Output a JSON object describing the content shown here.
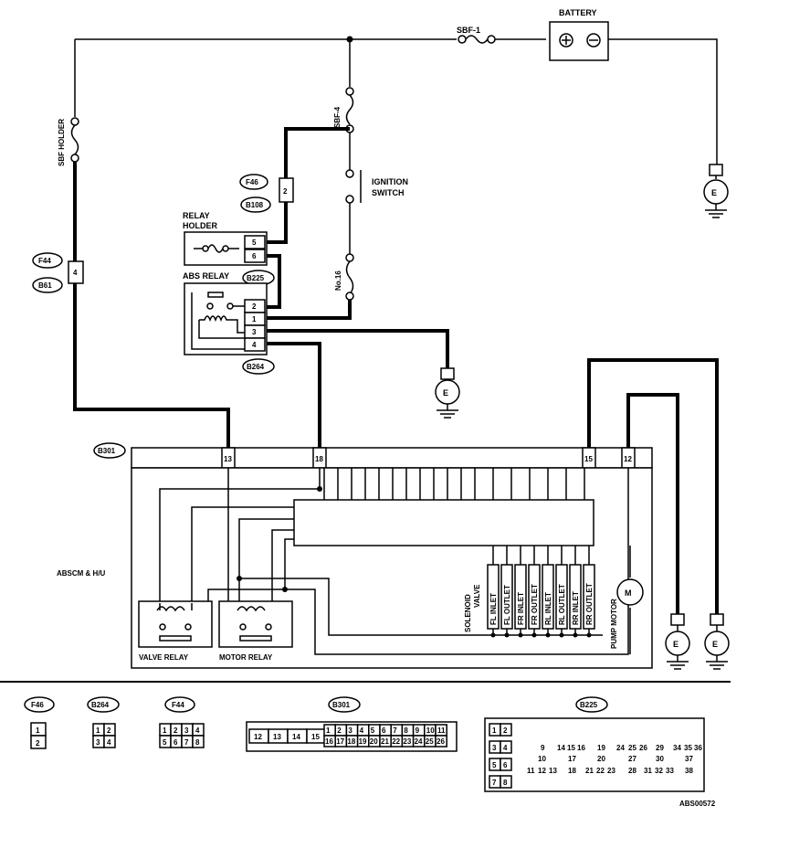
{
  "labels": {
    "battery": "BATTERY",
    "sbf1": "SBF-1",
    "sbf4": "SBF-4",
    "sbf_holder": "SBF HOLDER",
    "ignition1": "IGNITION",
    "ignition2": "SWITCH",
    "no16": "No.16",
    "relay_holder1": "RELAY",
    "relay_holder2": "HOLDER",
    "abs_relay": "ABS RELAY",
    "absc": "ABSCM & H/U",
    "solenoid1": "SOLENOID",
    "solenoid2": "VALVE",
    "pump_motor": "PUMP MOTOR",
    "valve_relay": "VALVE RELAY",
    "motor_relay": "MOTOR RELAY",
    "figure_id": "ABS00572"
  },
  "connectors": {
    "f46": "F46",
    "b108": "B108",
    "f44": "F44",
    "b61": "B61",
    "b225": "B225",
    "b264": "B264",
    "b301": "B301"
  },
  "pins": {
    "f46_pin": "2",
    "f44_pin": "4",
    "rh_5": "5",
    "rh_6": "6",
    "ar_2": "2",
    "ar_1": "1",
    "ar_3": "3",
    "ar_4": "4",
    "b301_13": "13",
    "b301_18": "18",
    "b301_15": "15",
    "b301_12": "12"
  },
  "solenoids": [
    "FL INLET",
    "FL OUTLET",
    "FR INLET",
    "FR OUTLET",
    "RL INLET",
    "RL OUTLET",
    "RR INLET",
    "RR OUTLET"
  ],
  "ground": "E",
  "motor": "M",
  "legend": {
    "f46": {
      "title": "F46",
      "rows": [
        [
          "1"
        ],
        [
          "2"
        ]
      ]
    },
    "b264": {
      "title": "B264",
      "rows": [
        [
          "1",
          "2"
        ],
        [
          "3",
          "4"
        ]
      ]
    },
    "f44": {
      "title": "F44",
      "rows": [
        [
          "1",
          "2",
          "3",
          "4"
        ],
        [
          "5",
          "6",
          "7",
          "8"
        ]
      ]
    },
    "b301": {
      "title": "B301",
      "left": [
        "12",
        "13",
        "14",
        "15"
      ],
      "top": [
        "1",
        "2",
        "3",
        "4",
        "5",
        "6",
        "7",
        "8",
        "9",
        "10",
        "11"
      ],
      "bottom": [
        "16",
        "17",
        "18",
        "19",
        "20",
        "21",
        "22",
        "23",
        "24",
        "25",
        "26"
      ]
    },
    "b225": {
      "title": "B225"
    }
  }
}
